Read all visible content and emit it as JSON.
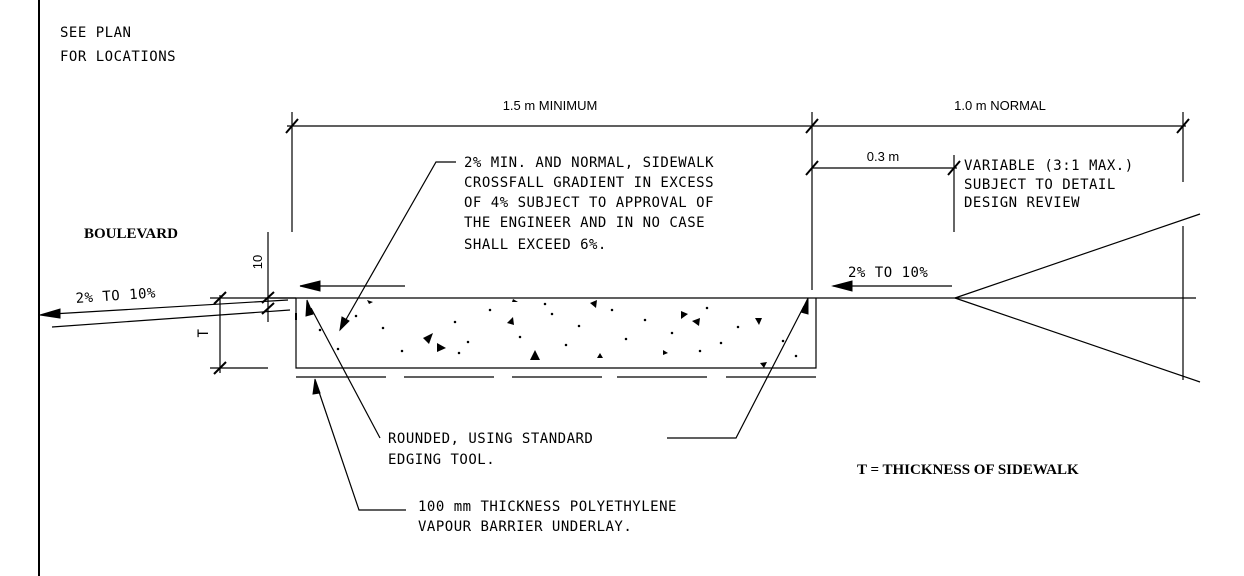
{
  "notes": {
    "see_plan": [
      "SEE PLAN",
      "FOR LOCATIONS"
    ],
    "crossfall": [
      "2% MIN. AND NORMAL, SIDEWALK",
      "CROSSFALL GRADIENT IN EXCESS",
      "OF 4% SUBJECT TO APPROVAL OF",
      "THE ENGINEER AND IN NO CASE",
      "SHALL EXCEED 6%."
    ],
    "variable": [
      "VARIABLE (3:1 MAX.)",
      "SUBJECT TO DETAIL",
      "DESIGN REVIEW"
    ],
    "rounded": [
      "ROUNDED, USING STANDARD",
      "EDGING TOOL."
    ],
    "barrier": [
      "100 mm THICKNESS POLYETHYLENE",
      "VAPOUR BARRIER UNDERLAY."
    ]
  },
  "labels": {
    "boulevard": "BOULEVARD",
    "slope_left": "2% TO 10%",
    "slope_right": "2% TO 10%",
    "thickness_legend": "T = THICKNESS OF SIDEWALK",
    "t_symbol": "T"
  },
  "dimensions": {
    "minimum": "1.5 m  MINIMUM",
    "normal": "1.0 m  NORMAL",
    "offset": "0.3 m",
    "step": "10"
  }
}
